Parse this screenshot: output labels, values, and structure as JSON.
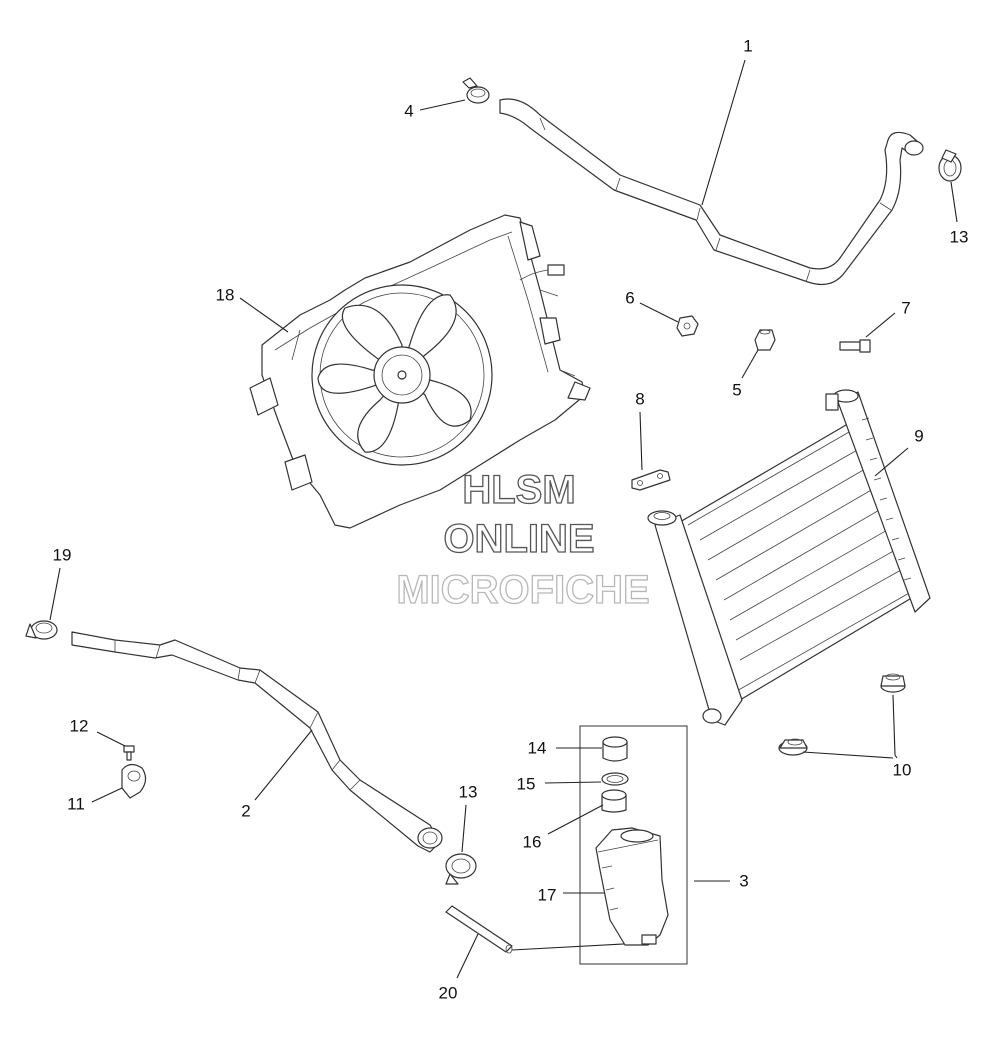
{
  "watermark": {
    "line1": "HLSM",
    "line2": "ONLINE",
    "line3": "MICROFICHE"
  },
  "callouts": {
    "c1": "1",
    "c2": "2",
    "c3": "3",
    "c4": "4",
    "c5": "5",
    "c6": "6",
    "c7": "7",
    "c8": "8",
    "c9": "9",
    "c10": "10",
    "c11": "11",
    "c12": "12",
    "c13a": "13",
    "c13b": "13",
    "c14": "14",
    "c15": "15",
    "c16": "16",
    "c17": "17",
    "c18": "18",
    "c19": "19",
    "c20": "20"
  },
  "icons": {
    "fan": "cooling-fan-icon",
    "radiator": "radiator-icon",
    "hose": "hose-icon",
    "clamp": "hose-clamp-icon",
    "reservoir": "coolant-reservoir-icon"
  }
}
